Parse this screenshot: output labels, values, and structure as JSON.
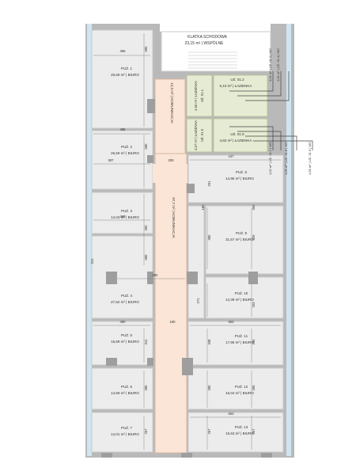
{
  "colors": {
    "wall": "#b9b9b9",
    "room_fill": "#ececec",
    "room_stroke": "#c9c9c9",
    "corridor_fill": "#fbe5d6",
    "bath_fill": "#e6ecd4",
    "window": "#cfe6f2",
    "stair_fill": "#ffffff",
    "text": "#333333",
    "dim_line": "#888888"
  },
  "rooms": [
    {
      "id": "puz1",
      "code": "PUŻ. 1",
      "area": "26,69 m²",
      "use": "BIURO"
    },
    {
      "id": "puz2",
      "code": "PUŻ. 2",
      "area": "26,59 m²",
      "use": "BIURO"
    },
    {
      "id": "puz3",
      "code": "PUŻ. 3",
      "area": "14,04 m²",
      "use": "BIURO"
    },
    {
      "id": "puz4",
      "code": "PUŻ. 4",
      "area": "27,52 m²",
      "use": "BIURO"
    },
    {
      "id": "puz5",
      "code": "PUŻ. 5",
      "area": "15,69 m²",
      "use": "BIURO"
    },
    {
      "id": "puz6",
      "code": "PUŻ. 6",
      "area": "14,59 m²",
      "use": "BIURO"
    },
    {
      "id": "puz7",
      "code": "PUŻ. 7",
      "area": "14,01 m²",
      "use": "BIURO"
    },
    {
      "id": "puz8",
      "code": "PUŻ. 8",
      "area": "14,95 m²",
      "use": "BIURO"
    },
    {
      "id": "puz9",
      "code": "PUŻ. 9",
      "area": "31,57 m²",
      "use": "BIURO"
    },
    {
      "id": "puz10",
      "code": "PUŻ. 10",
      "area": "14,39 m²",
      "use": "BIURO"
    },
    {
      "id": "puz11",
      "code": "PUŻ. 11",
      "area": "17,86 m²",
      "use": "BIURO"
    },
    {
      "id": "puz12",
      "code": "PUŻ. 12",
      "area": "16,04 m²",
      "use": "BIURO"
    },
    {
      "id": "puz13",
      "code": "PUŻ. 13",
      "area": "15,63 m²",
      "use": "BIURO"
    },
    {
      "id": "uz012",
      "code": "UŻ. 01.2",
      "area": "6,10 m²",
      "use": "ŁAZIENKA"
    },
    {
      "id": "uz016",
      "code": "UŻ. 01.6",
      "area": "4,83 m²",
      "use": "ŁAZIENKA"
    },
    {
      "id": "uz011",
      "code": "UŻ. 01.1",
      "area": "4,66 m²",
      "use": "ŁAZIENKA"
    },
    {
      "id": "uz015",
      "code": "UŻ. 01.5",
      "area": "4,57 m²",
      "use": "ŁAZIENKA"
    }
  ],
  "stair": {
    "code": "KLATKA SCHODOWA",
    "area": "23,15 m²",
    "use": "WSPÓLNE"
  },
  "corridors": [
    {
      "id": "kom1",
      "area": "12,3 m²",
      "use": "KOMUNIKACJA"
    },
    {
      "id": "kom2",
      "area": "97,7 m²",
      "use": "KOMUNIKACJA"
    }
  ],
  "shafts": [
    {
      "id": "s013",
      "area": "1,01 m²",
      "code": "UŻ. 01.3",
      "use": "WC"
    },
    {
      "id": "s014",
      "area": "1,01 m²",
      "code": "UŻ. 01.4",
      "use": "WC"
    },
    {
      "id": "s017",
      "area": "1,02 m²",
      "code": "UŻ. 01.7",
      "use": "WC"
    },
    {
      "id": "s018",
      "area": "1,05 m²",
      "code": "UŻ. 01.8",
      "use": "WC"
    },
    {
      "id": "s019",
      "area": "1,58 m²",
      "code": "UŻ. 01.9",
      "use": "WC"
    }
  ],
  "dimensions": [
    {
      "id": "d1",
      "text": "455"
    },
    {
      "id": "d2",
      "text": "585"
    },
    {
      "id": "d3",
      "text": "455"
    },
    {
      "id": "d4",
      "text": "580"
    },
    {
      "id": "d5",
      "text": "397"
    },
    {
      "id": "d6",
      "text": "200"
    },
    {
      "id": "d7",
      "text": "447"
    },
    {
      "id": "d8",
      "text": "490"
    },
    {
      "id": "d9",
      "text": "283"
    },
    {
      "id": "d10",
      "text": "580"
    },
    {
      "id": "d11",
      "text": "241"
    },
    {
      "id": "d12",
      "text": "292"
    },
    {
      "id": "d13",
      "text": "490"
    },
    {
      "id": "d14",
      "text": "180"
    },
    {
      "id": "d15",
      "text": "553"
    },
    {
      "id": "d16",
      "text": "311"
    },
    {
      "id": "d17",
      "text": "285"
    },
    {
      "id": "d18",
      "text": "267"
    },
    {
      "id": "d19",
      "text": "553"
    },
    {
      "id": "d20",
      "text": "201"
    },
    {
      "id": "d21",
      "text": "185"
    },
    {
      "id": "d22",
      "text": "380"
    },
    {
      "id": "d23",
      "text": "325"
    },
    {
      "id": "d24",
      "text": "271"
    },
    {
      "id": "d25",
      "text": "203"
    },
    {
      "id": "d26",
      "text": "338"
    },
    {
      "id": "d27",
      "text": "285"
    },
    {
      "id": "d28",
      "text": "285"
    },
    {
      "id": "d29",
      "text": "285"
    },
    {
      "id": "d30",
      "text": "267"
    },
    {
      "id": "d31",
      "text": "267"
    },
    {
      "id": "d32",
      "text": "365"
    }
  ]
}
